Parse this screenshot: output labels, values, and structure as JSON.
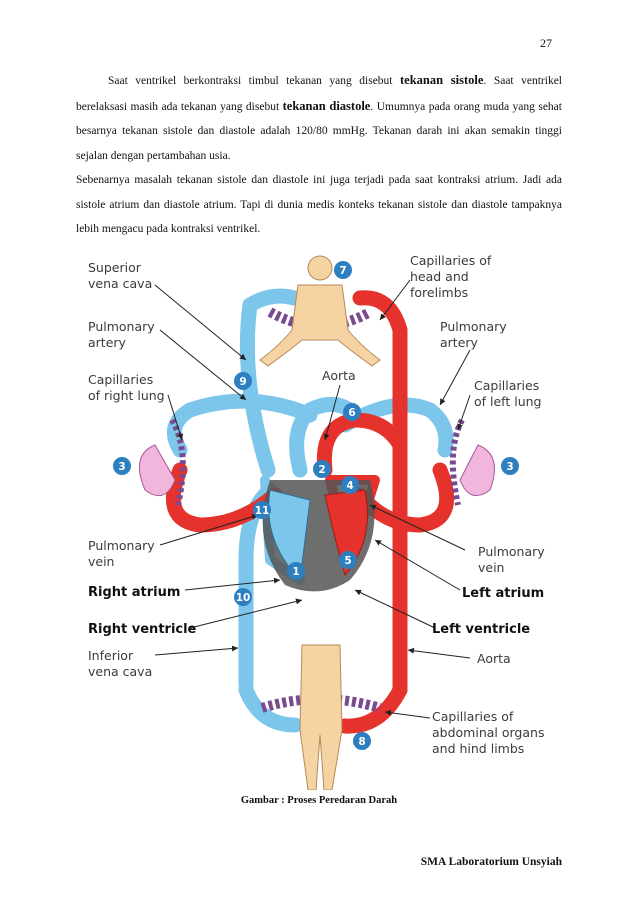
{
  "page": {
    "number": "27"
  },
  "text": {
    "p1_a": "Saat ventrikel berkontraksi timbul tekanan yang disebut ",
    "p1_term1": "tekanan sistole",
    "p1_b": ". Saat ventrikel berelaksasi masih ada tekanan yang disebut ",
    "p1_term2": "tekanan diastole",
    "p1_c": ". Umumnya pada orang muda yang sehat besarnya tekanan sistole dan diastole adalah 120/80 mmHg. Tekanan darah ini akan semakin tinggi sejalan dengan pertambahan usia.",
    "p2": "Sebenarnya masalah tekanan sistole dan diastole ini juga terjadi pada saat kontraksi atrium. Jadi ada sistole atrium dan diastole atrium. Tapi di dunia medis konteks tekanan sistole dan diastole tampaknya lebih mengacu pada kontraksi ventrikel."
  },
  "diagram": {
    "labels": {
      "superior_vena_cava_1": "Superior",
      "superior_vena_cava_2": "vena cava",
      "pulmonary_artery_left_1": "Pulmonary",
      "pulmonary_artery_left_2": "artery",
      "capillaries_right_lung_1": "Capillaries",
      "capillaries_right_lung_2": "of right lung",
      "pulmonary_vein_left_1": "Pulmonary",
      "pulmonary_vein_left_2": "vein",
      "right_atrium": "Right atrium",
      "right_ventricle": "Right ventricle",
      "inferior_vena_cava_1": "Inferior",
      "inferior_vena_cava_2": "vena cava",
      "capillaries_head_1": "Capillaries of",
      "capillaries_head_2": "head and",
      "capillaries_head_3": "forelimbs",
      "pulmonary_artery_right_1": "Pulmonary",
      "pulmonary_artery_right_2": "artery",
      "aorta_top": "Aorta",
      "capillaries_left_lung_1": "Capillaries",
      "capillaries_left_lung_2": "of left lung",
      "pulmonary_vein_right_1": "Pulmonary",
      "pulmonary_vein_right_2": "vein",
      "left_atrium": "Left atrium",
      "left_ventricle": "Left ventricle",
      "aorta_bottom": "Aorta",
      "capillaries_abdominal_1": "Capillaries of",
      "capillaries_abdominal_2": "abdominal organs",
      "capillaries_abdominal_3": "and hind limbs"
    },
    "markers": [
      "1",
      "2",
      "3",
      "3",
      "4",
      "5",
      "6",
      "7",
      "8",
      "9",
      "10",
      "11"
    ],
    "colors": {
      "oxygenated": "#e5322d",
      "deoxygenated": "#7cc6ec",
      "skin": "#f5d3a3",
      "marker": "#2d7fc0"
    }
  },
  "caption": "Gambar  : Proses Peredaran Darah",
  "footer": "SMA Laboratorium Unsyiah"
}
